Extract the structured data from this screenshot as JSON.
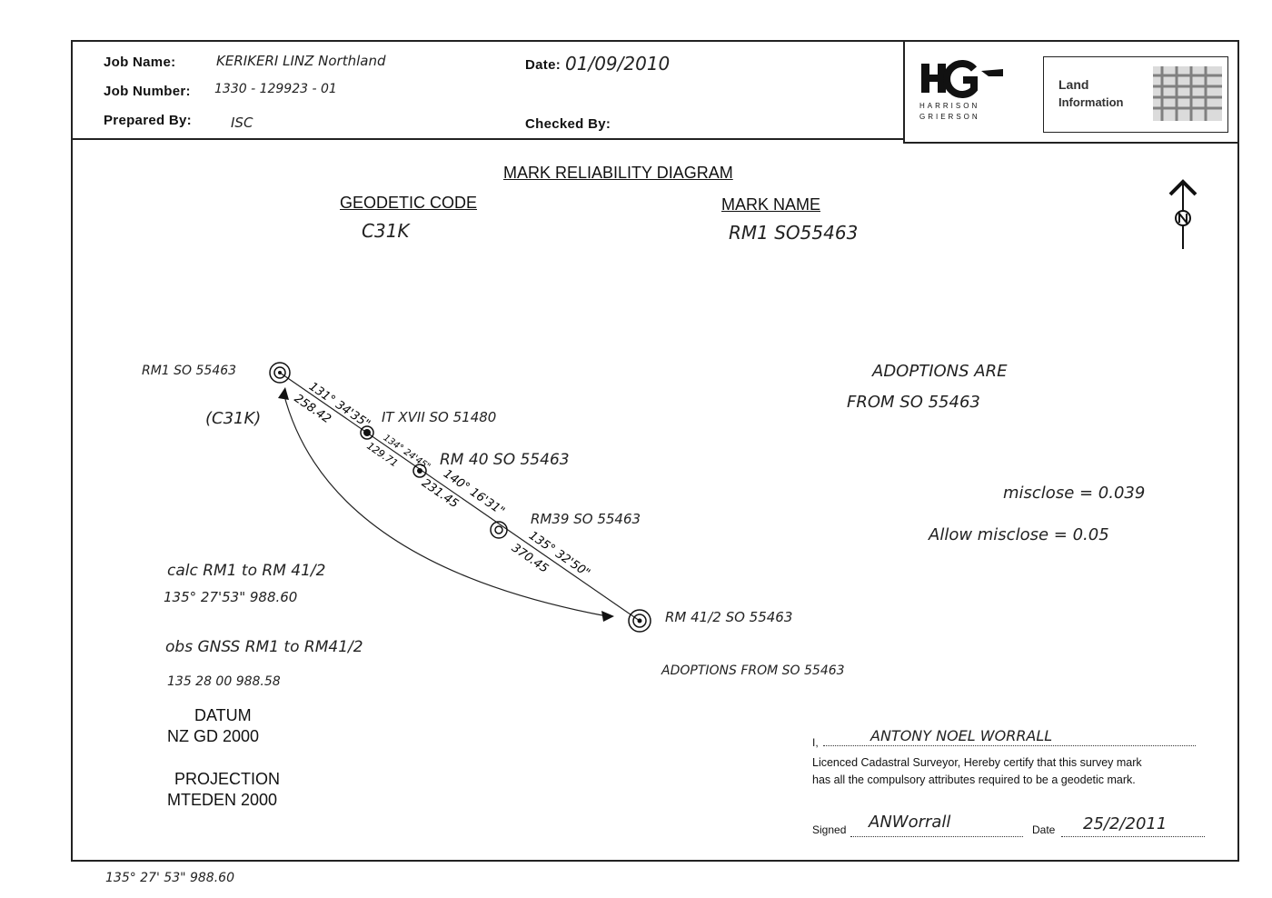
{
  "header": {
    "job_name_label": "Job Name:",
    "job_name_value": "KERIKERI  LINZ  Northland",
    "job_number_label": "Job Number:",
    "job_number_value": "1330 - 129923 - 01",
    "prepared_by_label": "Prepared By:",
    "prepared_by_value": "ISC",
    "date_label": "Date:",
    "date_value": "01/09/2010",
    "checked_by_label": "Checked By:"
  },
  "logo": {
    "company_top": "HARRISON",
    "company_bottom": "GRIERSON",
    "stamp_line1": "Land",
    "stamp_line2": "Information",
    "icon": "hg-logo-icon"
  },
  "diagram": {
    "title": "MARK RELIABILITY DIAGRAM",
    "geodetic_code_label": "GEODETIC CODE",
    "geodetic_code_value": "C31K",
    "mark_name_label": "MARK NAME",
    "mark_name_value": "RM1 SO55463",
    "north_icon": "north-arrow-icon"
  },
  "marks": [
    {
      "label": "RM1 SO 55463",
      "sub": "(C31K)"
    },
    {
      "label": "IT XVII  SO 51480"
    },
    {
      "label": "RM 40  SO 55463"
    },
    {
      "label": "RM39  SO 55463"
    },
    {
      "label": "RM 41/2  SO 55463"
    }
  ],
  "legs": [
    {
      "bearing": "131° 34'35\"",
      "distance": "258.42"
    },
    {
      "bearing": "134° 24'45\"",
      "distance": "129.71"
    },
    {
      "bearing": "140° 16'31\"",
      "distance": "231.45"
    },
    {
      "bearing": "135° 32'50\"",
      "distance": "370.45"
    }
  ],
  "notes": {
    "adoptions_line1": "ADOPTIONS ARE",
    "adoptions_line2": "FROM SO 55463",
    "misclose": "misclose = 0.039",
    "allow_misclose": "Allow misclose = 0.05",
    "calc_line1": "calc RM1 to RM 41/2",
    "calc_line2": "135° 27'53\"  988.60",
    "obs_line1": "obs GNSS RM1 to RM41/2",
    "obs_line2": "135 28 00     988.58",
    "adoptions_bottom": "ADOPTIONS FROM SO 55463"
  },
  "datum": {
    "datum_label": "DATUM",
    "datum_value": "NZ GD 2000",
    "projection_label": "PROJECTION",
    "projection_value": "MTEDEN 2000"
  },
  "certification": {
    "prefix": "I,",
    "surveyor_name": "ANTONY    NOEL    WORRALL",
    "line1": "Licenced Cadastral Surveyor, Hereby certify that this survey mark",
    "line2": "has all the compulsory attributes required to be a geodetic mark.",
    "signed_label": "Signed",
    "signature": "ANWorrall",
    "date_label": "Date",
    "date_value": "25/2/2011"
  },
  "footer_note": "135° 27' 53\"  988.60"
}
